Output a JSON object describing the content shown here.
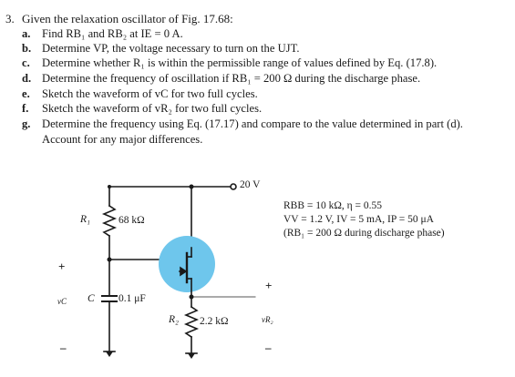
{
  "problem": {
    "number": "3.",
    "stem": "Given the relaxation oscillator of Fig. 17.68:",
    "parts": [
      {
        "letter": "a.",
        "text": "Find RB₁ and RB₂ at IE = 0 A."
      },
      {
        "letter": "b.",
        "text": "Determine VP, the voltage necessary to turn on the UJT."
      },
      {
        "letter": "c.",
        "text": "Determine whether R₁ is within the permissible range of values defined by Eq. (17.8)."
      },
      {
        "letter": "d.",
        "text": "Determine the frequency of oscillation if RB₁ = 200 Ω during the discharge phase."
      },
      {
        "letter": "e.",
        "text": "Sketch the waveform of vC for two full cycles."
      },
      {
        "letter": "f.",
        "text": "Sketch the waveform of vR₂ for two full cycles."
      },
      {
        "letter": "g.",
        "text": "Determine the frequency using Eq. (17.17) and compare to the value determined in part (d)."
      }
    ],
    "continuation": "Account for any major differences."
  },
  "circuit": {
    "supply": "20 V",
    "r1_name": "R₁",
    "r1_value": "68 kΩ",
    "c_name": "C",
    "c_value": "0.1 μF",
    "r2_name": "R₂",
    "r2_value": "2.2 kΩ",
    "vc_label": "vC",
    "vr2_label": "vR₂",
    "plus": "+",
    "minus": "–",
    "given": [
      "RBB = 10 kΩ, η = 0.55",
      "VV = 1.2 V, IV = 5 mA, IP = 50 μA",
      "(RB₁ = 200 Ω during discharge phase)"
    ]
  },
  "colors": {
    "highlight": "#6ec6ec",
    "ink": "#1a1a1a"
  }
}
